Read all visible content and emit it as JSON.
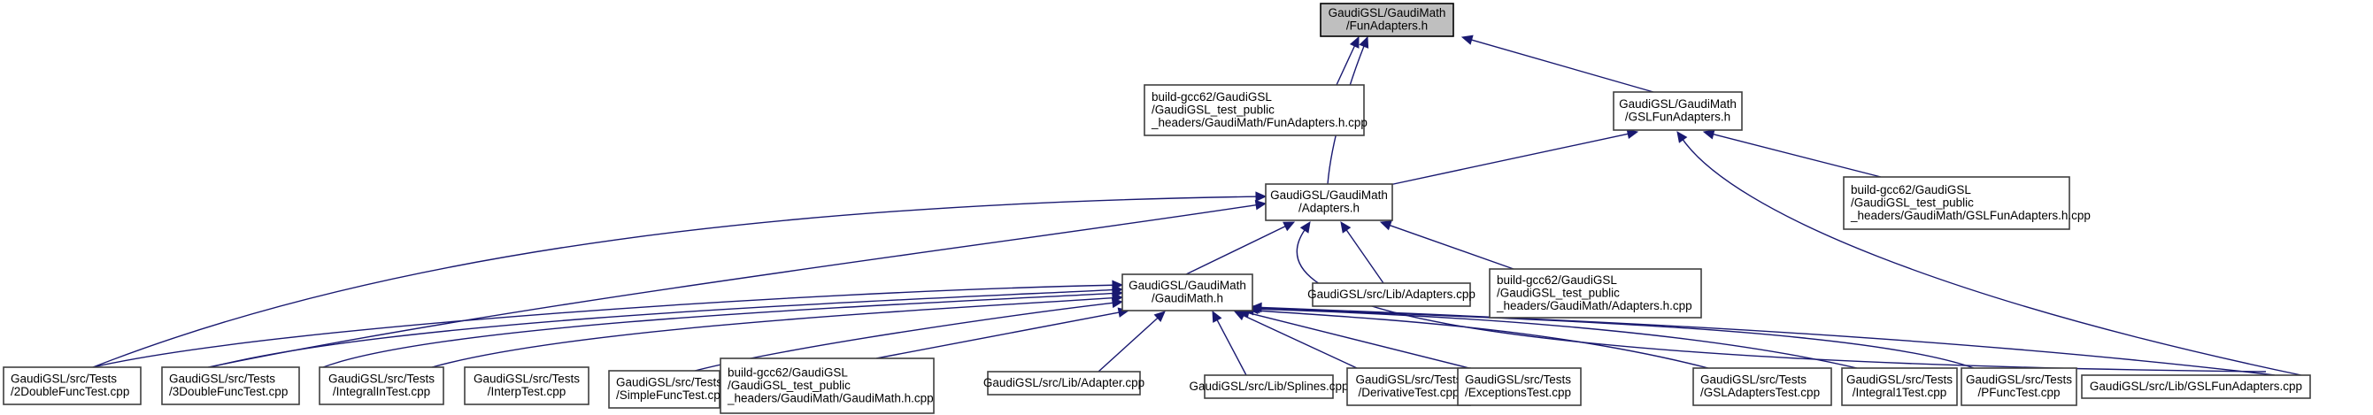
{
  "diagram": {
    "title": "Include dependency graph for FunAdapters.h",
    "colors": {
      "edge": "#191970",
      "root_fill": "#bfbfbf",
      "node_fill": "#ffffff",
      "node_border": "#3f3f3f"
    },
    "nodes": [
      {
        "id": "root",
        "lines": [
          "GaudiGSL/GaudiMath",
          "/FunAdapters.h"
        ],
        "root": true,
        "align": "center"
      },
      {
        "id": "funadapters_hcpp",
        "lines": [
          "build-gcc62/GaudiGSL",
          "/GaudiGSL_test_public",
          "_headers/GaudiMath/FunAdapters.h.cpp"
        ],
        "align": "left"
      },
      {
        "id": "gslfunadapters_h",
        "lines": [
          "GaudiGSL/GaudiMath",
          "/GSLFunAdapters.h"
        ],
        "align": "center"
      },
      {
        "id": "adapters_h",
        "lines": [
          "GaudiGSL/GaudiMath",
          "/Adapters.h"
        ],
        "align": "center"
      },
      {
        "id": "gslfunadapters_hcpp",
        "lines": [
          "build-gcc62/GaudiGSL",
          "/GaudiGSL_test_public",
          "_headers/GaudiMath/GSLFunAdapters.h.cpp"
        ],
        "align": "left"
      },
      {
        "id": "gaudimath_h",
        "lines": [
          "GaudiGSL/GaudiMath",
          "/GaudiMath.h"
        ],
        "align": "center"
      },
      {
        "id": "adapters_cpp",
        "lines": [
          "GaudiGSL/src/Lib/Adapters.cpp"
        ],
        "align": "center"
      },
      {
        "id": "adapters_hcpp",
        "lines": [
          "build-gcc62/GaudiGSL",
          "/GaudiGSL_test_public",
          "_headers/GaudiMath/Adapters.h.cpp"
        ],
        "align": "left"
      },
      {
        "id": "t2double",
        "lines": [
          "GaudiGSL/src/Tests",
          "/2DoubleFuncTest.cpp"
        ],
        "align": "left"
      },
      {
        "id": "t3double",
        "lines": [
          "GaudiGSL/src/Tests",
          "/3DoubleFuncTest.cpp"
        ],
        "align": "left"
      },
      {
        "id": "tintegralln",
        "lines": [
          "GaudiGSL/src/Tests",
          "/IntegralInTest.cpp"
        ],
        "align": "center"
      },
      {
        "id": "tinterp",
        "lines": [
          "GaudiGSL/src/Tests",
          "/InterpTest.cpp"
        ],
        "align": "center"
      },
      {
        "id": "tsimplefunc",
        "lines": [
          "GaudiGSL/src/Tests",
          "/SimpleFuncTest.cpp"
        ],
        "align": "left"
      },
      {
        "id": "gaudimath_hcpp",
        "lines": [
          "build-gcc62/GaudiGSL",
          "/GaudiGSL_test_public",
          "_headers/GaudiMath/GaudiMath.h.cpp"
        ],
        "align": "left"
      },
      {
        "id": "adapter_cpp",
        "lines": [
          "GaudiGSL/src/Lib/Adapter.cpp"
        ],
        "align": "center"
      },
      {
        "id": "splines_cpp",
        "lines": [
          "GaudiGSL/src/Lib/Splines.cpp"
        ],
        "align": "center"
      },
      {
        "id": "tderivative",
        "lines": [
          "GaudiGSL/src/Tests",
          "/DerivativeTest.cpp"
        ],
        "align": "center"
      },
      {
        "id": "texceptions",
        "lines": [
          "GaudiGSL/src/Tests",
          "/ExceptionsTest.cpp"
        ],
        "align": "left"
      },
      {
        "id": "tgsladapters",
        "lines": [
          "GaudiGSL/src/Tests",
          "/GSLAdaptersTest.cpp"
        ],
        "align": "left"
      },
      {
        "id": "tintegral1",
        "lines": [
          "GaudiGSL/src/Tests",
          "/Integral1Test.cpp"
        ],
        "align": "center"
      },
      {
        "id": "tpfunc",
        "lines": [
          "GaudiGSL/src/Tests",
          "/PFuncTest.cpp"
        ],
        "align": "center"
      },
      {
        "id": "gslfunadapters_cpp",
        "lines": [
          "GaudiGSL/src/Lib/GSLFunAdapters.cpp"
        ],
        "align": "center"
      }
    ],
    "edges": [
      {
        "from": "funadapters_hcpp",
        "to": "root"
      },
      {
        "from": "adapters_h",
        "to": "root"
      },
      {
        "from": "gslfunadapters_h",
        "to": "root"
      },
      {
        "from": "adapters_h",
        "to": "gslfunadapters_h"
      },
      {
        "from": "gslfunadapters_hcpp",
        "to": "gslfunadapters_h"
      },
      {
        "from": "gslfunadapters_cpp",
        "to": "gslfunadapters_h"
      },
      {
        "from": "t2double",
        "to": "adapters_h"
      },
      {
        "from": "t3double",
        "to": "adapters_h"
      },
      {
        "from": "gaudimath_h",
        "to": "adapters_h"
      },
      {
        "from": "adapters_cpp",
        "to": "adapters_h"
      },
      {
        "from": "adapters_hcpp",
        "to": "adapters_h"
      },
      {
        "from": "gslfunadapters_cpp",
        "to": "adapters_h"
      },
      {
        "from": "t2double",
        "to": "gaudimath_h"
      },
      {
        "from": "t3double",
        "to": "gaudimath_h"
      },
      {
        "from": "tintegralln",
        "to": "gaudimath_h"
      },
      {
        "from": "tinterp",
        "to": "gaudimath_h"
      },
      {
        "from": "tsimplefunc",
        "to": "gaudimath_h"
      },
      {
        "from": "gaudimath_hcpp",
        "to": "gaudimath_h"
      },
      {
        "from": "adapter_cpp",
        "to": "gaudimath_h"
      },
      {
        "from": "splines_cpp",
        "to": "gaudimath_h"
      },
      {
        "from": "tderivative",
        "to": "gaudimath_h"
      },
      {
        "from": "texceptions",
        "to": "gaudimath_h"
      },
      {
        "from": "tgsladapters",
        "to": "gaudimath_h"
      },
      {
        "from": "tintegral1",
        "to": "gaudimath_h"
      },
      {
        "from": "tpfunc",
        "to": "gaudimath_h"
      },
      {
        "from": "gslfunadapters_cpp",
        "to": "gaudimath_h"
      }
    ]
  }
}
